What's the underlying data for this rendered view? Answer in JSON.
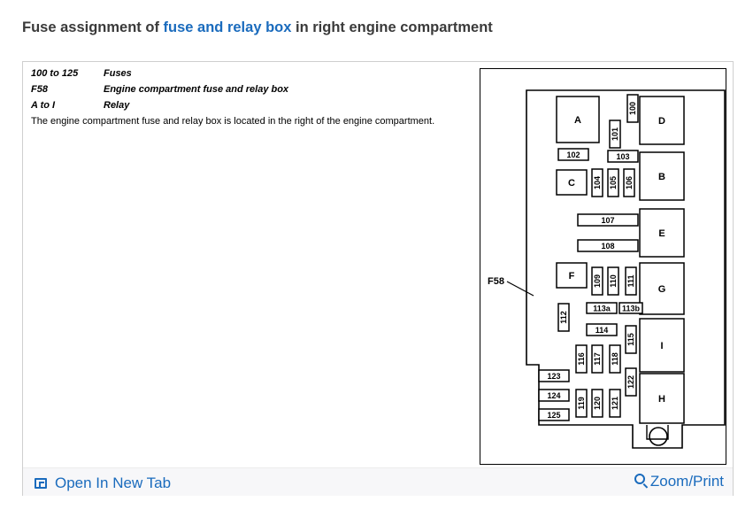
{
  "page_title": {
    "prefix": "Fuse assignment of ",
    "link": "fuse and relay box",
    "suffix": " in right engine compartment"
  },
  "legend": {
    "rows": [
      {
        "code": "100 to 125",
        "desc": "Fuses"
      },
      {
        "code": "F58",
        "desc": "Engine compartment fuse and relay box"
      },
      {
        "code": "A to I",
        "desc": "Relay"
      }
    ],
    "note": "The engine compartment fuse and relay box is located in the right of the engine compartment."
  },
  "diagram": {
    "callout": "F58",
    "relays": [
      "A",
      "B",
      "C",
      "D",
      "E",
      "F",
      "G",
      "H",
      "I"
    ],
    "fuses": [
      "100",
      "101",
      "102",
      "103",
      "104",
      "105",
      "106",
      "107",
      "108",
      "109",
      "110",
      "111",
      "112",
      "113a",
      "113b",
      "114",
      "115",
      "116",
      "117",
      "118",
      "119",
      "120",
      "121",
      "122",
      "123",
      "124",
      "125"
    ]
  },
  "footer": {
    "open_tab_label": "Open In New Tab",
    "zoom_label": "Zoom/Print"
  }
}
